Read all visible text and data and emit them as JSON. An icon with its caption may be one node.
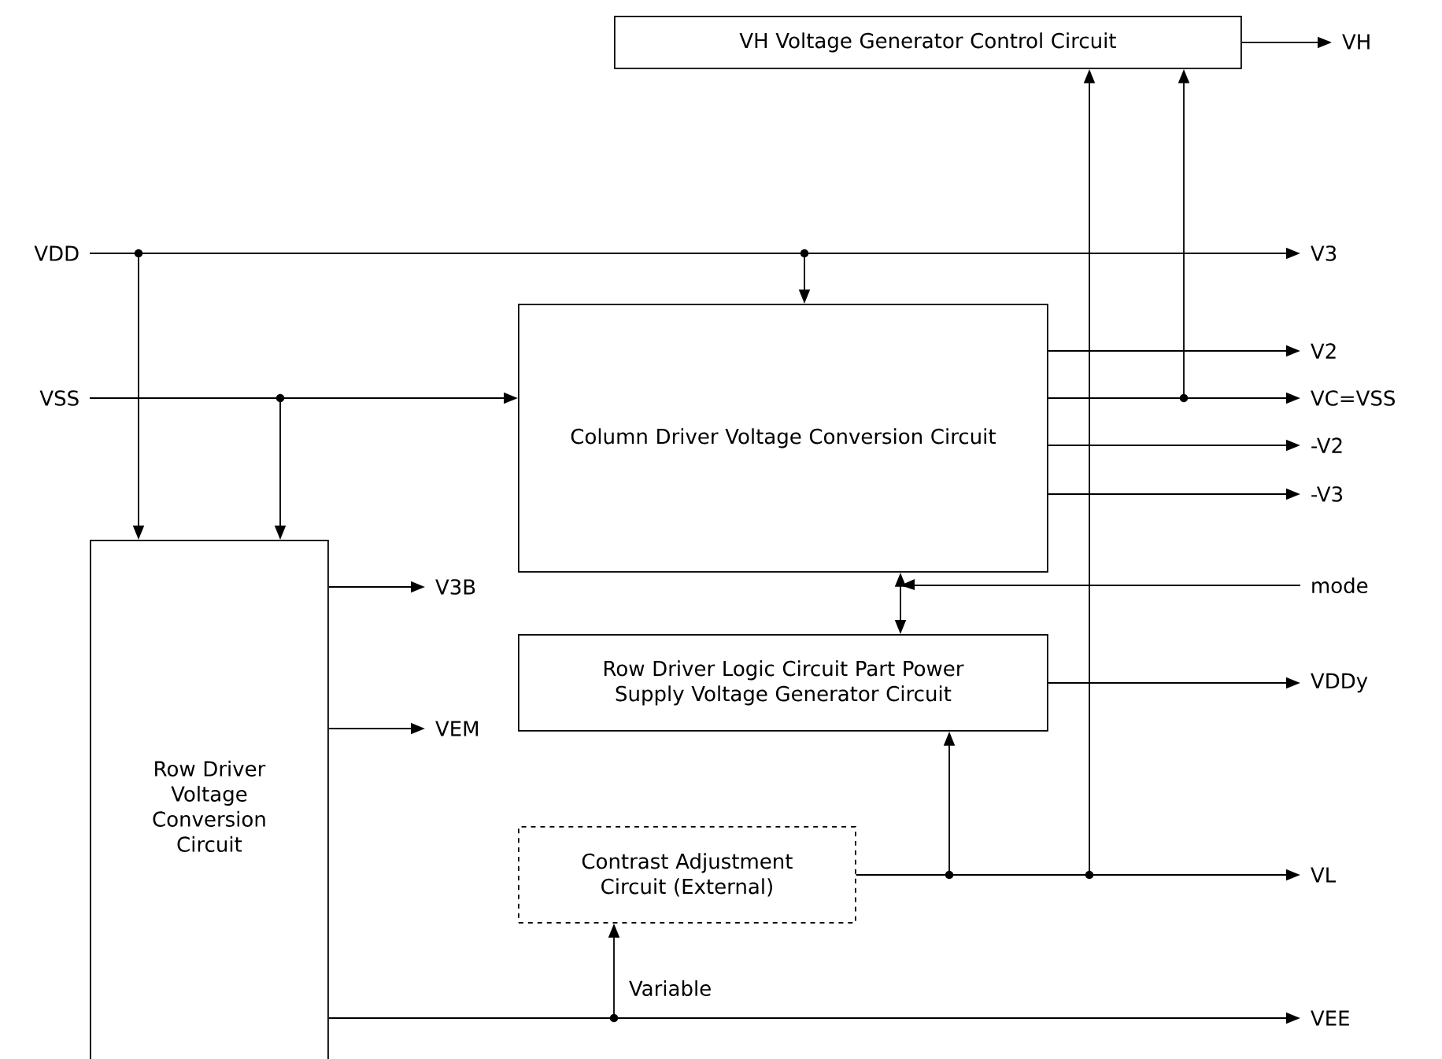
{
  "diagram": {
    "nodes": [
      {
        "text": [
          "VH Voltage Generator Control Circuit"
        ]
      },
      {
        "text": [
          "VH"
        ]
      },
      {
        "text": [
          "VDD"
        ]
      },
      {
        "text": [
          "V3"
        ]
      },
      {
        "text": [
          "Column Driver Voltage Conversion Circuit"
        ]
      },
      {
        "text": [
          "V2"
        ]
      },
      {
        "text": [
          "VSS"
        ]
      },
      {
        "text": [
          "VC=VSS"
        ]
      },
      {
        "text": [
          "-V2"
        ]
      },
      {
        "text": [
          "-V3"
        ]
      },
      {
        "text": [
          "Row Driver Voltage Conversion Circuit"
        ]
      },
      {
        "text": [
          "V3B"
        ]
      },
      {
        "text": [
          "mode"
        ]
      },
      {
        "text": [
          "Row Driver Logic Circuit Part Power Supply Voltage Generator Circuit"
        ]
      },
      {
        "text": [
          "VDDy"
        ]
      },
      {
        "text": [
          "VEM"
        ]
      },
      {
        "text": [
          "Contrast Adjustment Circuit (External)"
        ]
      },
      {
        "text": [
          "VL"
        ]
      },
      {
        "text": [
          "VEE"
        ]
      }
    ],
    "edges": [
      {
        "from": 0,
        "to": 1,
        "arrow": "to"
      },
      {
        "from": 2,
        "to": 3,
        "arrow": "to"
      },
      {
        "from": 2,
        "to": 4,
        "arrow": "to"
      },
      {
        "from": 2,
        "to": 10,
        "arrow": "to"
      },
      {
        "from": 6,
        "to": 4,
        "arrow": "to"
      },
      {
        "from": 6,
        "to": 10,
        "arrow": "to"
      },
      {
        "from": 4,
        "to": 5,
        "arrow": "to"
      },
      {
        "from": 4,
        "to": 7,
        "arrow": "to"
      },
      {
        "from": 4,
        "to": 0,
        "arrow": "to"
      },
      {
        "from": 4,
        "to": 8,
        "arrow": "to"
      },
      {
        "from": 4,
        "to": 9,
        "arrow": "to"
      },
      {
        "from": 12,
        "to": 4,
        "arrow": "to"
      },
      {
        "from": 12,
        "to": 13,
        "arrow": "to"
      },
      {
        "from": 10,
        "to": 11,
        "arrow": "to"
      },
      {
        "from": 13,
        "to": 14,
        "arrow": "to"
      },
      {
        "from": 10,
        "to": 15,
        "arrow": "to"
      },
      {
        "from": 16,
        "to": 17,
        "arrow": "to"
      },
      {
        "from": 16,
        "to": 13,
        "arrow": "to"
      },
      {
        "from": 16,
        "to": 0,
        "arrow": "to"
      },
      {
        "from": 10,
        "to": 18,
        "arrow": "to"
      },
      {
        "from": 10,
        "to": 16,
        "arrow": "to",
        "label": "Variable"
      }
    ]
  }
}
